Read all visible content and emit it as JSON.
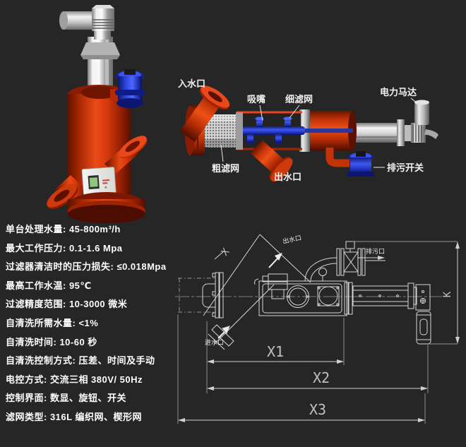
{
  "page": {
    "background": "#262626"
  },
  "specs": {
    "items": [
      {
        "text": "单台处理水量: 45-800m³/h"
      },
      {
        "text": "最大工作压力: 0.1-1.6 Mpa"
      },
      {
        "text": "过滤器清洁时的压力损失: ≤0.018Mpa"
      },
      {
        "text": "最高工作水温: 95℃"
      },
      {
        "text": "过滤精度范围: 10-3000 微米"
      },
      {
        "text": "自清洗所需水量: <1%"
      },
      {
        "text": "自清洗时间: 10-60 秒"
      },
      {
        "text": "自清洗控制方式: 压差、时间及手动"
      },
      {
        "text": "电控方式: 交流三相 380V/ 50Hz"
      },
      {
        "text": "控制界面: 数显、旋钮、开关"
      },
      {
        "text": "滤网类型: 316L 编织网、楔形网"
      }
    ]
  },
  "cutaway": {
    "labels": {
      "inlet": "入水口",
      "nozzle": "吸嘴",
      "fine_mesh": "细滤网",
      "motor": "电力马达",
      "coarse_mesh": "粗滤网",
      "outlet": "出水口",
      "drain_switch": "排污开关"
    }
  },
  "drawing": {
    "labels": {
      "outlet": "出水口",
      "drain": "排污口",
      "inlet": "进水口"
    },
    "dimensions": {
      "x": "X",
      "x1": "X1",
      "x2": "X2",
      "x3": "X3",
      "k": "K"
    }
  },
  "colors": {
    "background": "#262626",
    "body_red": "#d6380c",
    "valve_blue": "#2f49e0",
    "chrome": "#c9c9c9",
    "cad_line": "#d6d6d6",
    "text": "#ffffff"
  }
}
